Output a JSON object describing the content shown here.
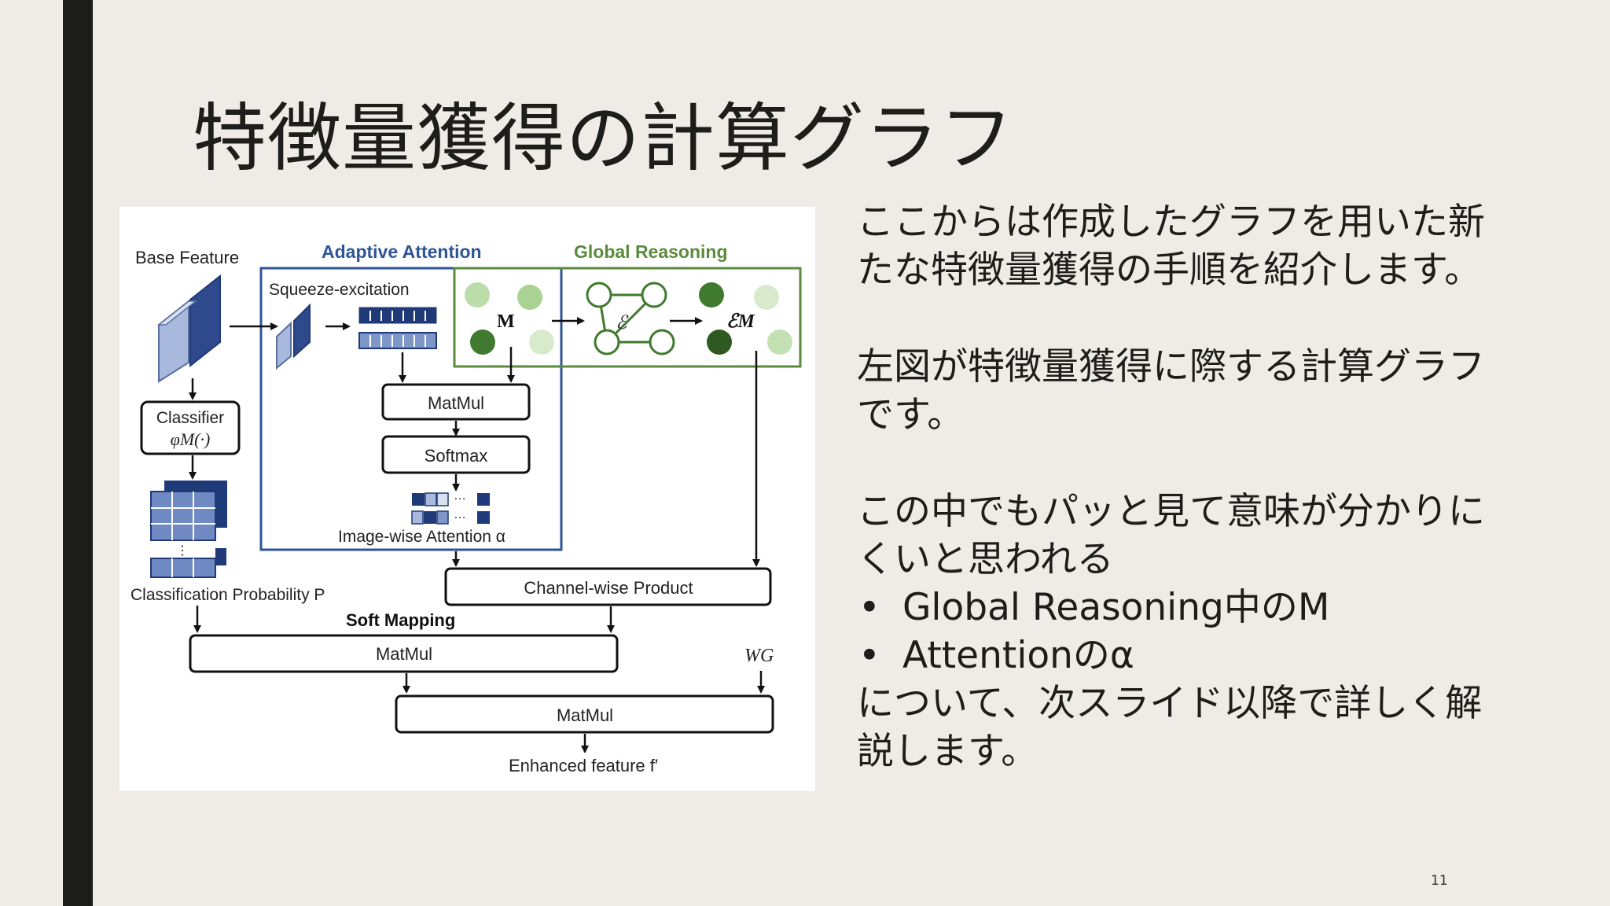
{
  "slide": {
    "title": "特徴量獲得の計算グラフ",
    "page_number": "11",
    "paragraph1": "ここからは作成したグラフを用いた新\nたな特徴量獲得の手順を紹介します。",
    "paragraph2": "左図が特徴量獲得に際する計算グラフ\nです。",
    "paragraph3": "この中でもパッと見て意味が分かりに\nくいと思われる",
    "bullets": [
      "Global Reasoning中のM",
      "Attentionのα"
    ],
    "paragraph4": "について、次スライド以降で詳しく解\n説します。"
  },
  "diagram": {
    "base_feature": "Base Feature",
    "adaptive_attention": "Adaptive Attention",
    "global_reasoning": "Global Reasoning",
    "squeeze_excitation": "Squeeze-excitation",
    "m_label": "M",
    "e_label": "ℰ",
    "em_label": "ℰM",
    "classifier_line1": "Classifier",
    "classifier_line2": "φM(·)",
    "matmul_attention": "MatMul",
    "softmax": "Softmax",
    "image_wise_attention": "Image-wise Attention α",
    "classification_probability": "Classification Probability P",
    "channel_wise_product": "Channel-wise Product",
    "soft_mapping": "Soft Mapping",
    "matmul_soft": "MatMul",
    "wg": "WG",
    "matmul_final": "MatMul",
    "enhanced_feature": "Enhanced feature f′",
    "colors": {
      "adaptive_blue": "#2e5597",
      "global_green": "#5a8a3c",
      "dark_navy": "#1f3a78",
      "light_blue": "#a8b9dd",
      "node_dark_green": "#3f7a2e",
      "node_light_green": "#bcdca9"
    }
  }
}
